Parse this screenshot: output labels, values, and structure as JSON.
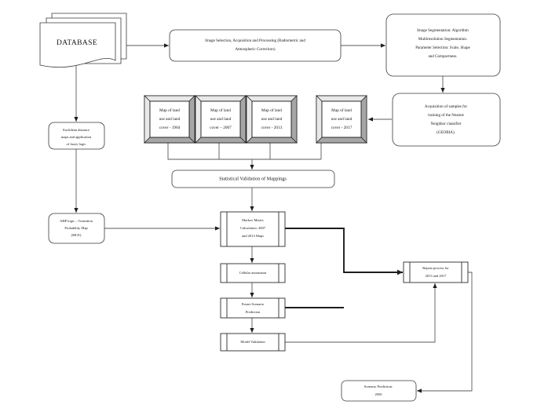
{
  "diagram": {
    "title": "Land Use and Land Cover Change Modelling Workflow",
    "background_color": "#ffffff",
    "line_color": "#5a5a5a",
    "emphasis_line_color": "#1d1d1d",
    "frame_fill": "#cfcfcf",
    "nodes": {
      "database": {
        "label": "DATABASE",
        "shape": "stacked-document"
      },
      "image_selection": {
        "label": "Image Selection, Acquisition and Processing (Radiometric and Atmospheric Correciton)",
        "lines": [
          "Image Selection, Acquisition and Processing (Radiometric and",
          "Atmospheric Correciton)"
        ],
        "shape": "rounded-rectangle"
      },
      "image_segmentation": {
        "label": "Image Segmentation: Algorithm Multiresolution Segmentation. Parameter Selection: Scale, Shape and Compactness.",
        "lines": [
          "Image Segmentation:  Algorithm",
          "Multiresolution Segmentation.",
          "Parameter Selection: Scale, Shape",
          "and Compactness."
        ],
        "shape": "rounded-rectangle"
      },
      "geobia": {
        "label": "Acquisition of samples for training of the Nearest Neighbor classifier (GEOBIA).",
        "lines": [
          "Acquisition of samples for",
          "training of the Nearest",
          "Neighbor classifier",
          "(GEOBIA)."
        ],
        "shape": "rounded-rectangle"
      },
      "euclidean": {
        "label": "Euclidean distance maps and application of fuzzy logic",
        "lines": [
          "Euclidean distance",
          "maps and application",
          "of fuzzy logic"
        ],
        "shape": "rounded-rectangle"
      },
      "ahp": {
        "label": "AHP logic – Transition Probability Map (MCE)",
        "lines": [
          "AHP logic – Transition",
          "Probability Map",
          "(MCE)"
        ],
        "shape": "rounded-rectangle"
      },
      "statistical_validation": {
        "label": "Statistical Validation of Mappings",
        "lines": [
          "Statistical Validation of Mappings"
        ],
        "shape": "rounded-rectangle"
      },
      "markov": {
        "label": "Markov Matrix Calculation: 2007 and 2013 Maps",
        "lines": [
          "Markov Matrix",
          "Calculation: 2007",
          "and 2013 Maps"
        ],
        "shape": "predefined-process"
      },
      "cellular_automaton": {
        "label": "Cellular automaton",
        "lines": [
          "Cellular automaton"
        ],
        "shape": "predefined-process"
      },
      "future_scenario": {
        "label": "Future Scenario Prediction",
        "lines": [
          "Future Scenario",
          "Prediction"
        ],
        "shape": "predefined-process"
      },
      "model_validation": {
        "label": "Model Validation",
        "lines": [
          "Model Validation"
        ],
        "shape": "predefined-process"
      },
      "repeat_process": {
        "label": "Repeat process for 2013 and 2017",
        "lines": [
          "Repeat process for",
          "2013 and 2017"
        ],
        "shape": "predefined-process"
      },
      "scenario_prediction": {
        "label": "Scenario Prediction: 2050",
        "lines": [
          "Scenario Prediction:",
          "2050"
        ],
        "shape": "rounded-rectangle"
      }
    },
    "map_nodes": [
      {
        "id": "map-1984",
        "label": "Map of land use and land cover - 1984",
        "lines": [
          "Map of land",
          "use and land",
          "cover - 1984"
        ],
        "year": "1984",
        "shape": "framed-image"
      },
      {
        "id": "map-2007",
        "label": "Map of land use and land cover – 2007",
        "lines": [
          "Map of land",
          "use and land",
          "cover – 2007"
        ],
        "year": "2007",
        "shape": "framed-image"
      },
      {
        "id": "map-2013",
        "label": "Map of land use and land cover - 2013",
        "lines": [
          "Map of land",
          "use and land",
          "cover - 2013"
        ],
        "year": "2013",
        "shape": "framed-image"
      },
      {
        "id": "map-2017",
        "label": "Map of land use and land cover - 2017",
        "lines": [
          "Map of land",
          "use and land",
          "cover - 2017"
        ],
        "year": "2017",
        "shape": "framed-image"
      }
    ],
    "edges": [
      {
        "from": "database",
        "to": "image_selection"
      },
      {
        "from": "image_selection",
        "to": "image_segmentation"
      },
      {
        "from": "image_segmentation",
        "to": "geobia"
      },
      {
        "from": "geobia",
        "to": "map-2017"
      },
      {
        "from": "database",
        "to": "euclidean"
      },
      {
        "from": "euclidean",
        "to": "ahp"
      },
      {
        "from": "map-1984",
        "to": "statistical_validation"
      },
      {
        "from": "map-2007",
        "to": "statistical_validation"
      },
      {
        "from": "map-2013",
        "to": "statistical_validation"
      },
      {
        "from": "map-2017",
        "to": "statistical_validation"
      },
      {
        "from": "statistical_validation",
        "to": "markov"
      },
      {
        "from": "ahp",
        "to": "markov"
      },
      {
        "from": "markov",
        "to": "cellular_automaton"
      },
      {
        "from": "cellular_automaton",
        "to": "future_scenario"
      },
      {
        "from": "future_scenario",
        "to": "model_validation"
      },
      {
        "from": "markov",
        "to": "repeat_process"
      },
      {
        "from": "future_scenario",
        "to": "repeat_process"
      },
      {
        "from": "model_validation",
        "to": "repeat_process"
      },
      {
        "from": "repeat_process",
        "to": "scenario_prediction"
      }
    ]
  }
}
